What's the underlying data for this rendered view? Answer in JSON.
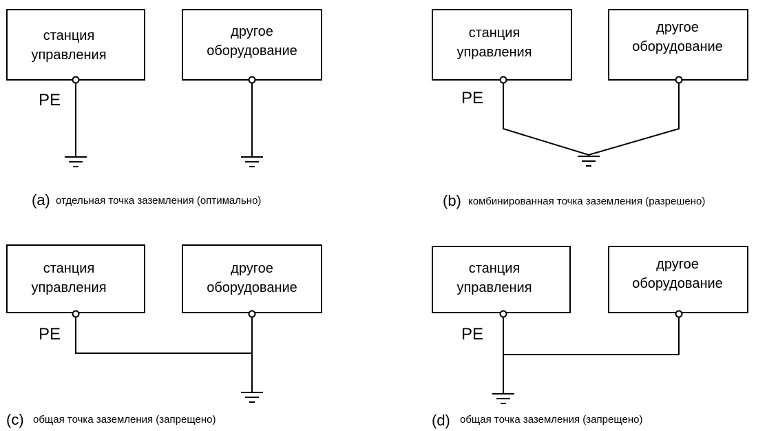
{
  "diagrams": [
    {
      "id": "a",
      "station_label": [
        "станция",
        "управления"
      ],
      "other_label": [
        "другое",
        "оборудование"
      ],
      "pe_label": "PE",
      "caption_letter": "(a)",
      "caption_text": "отдельная точка заземления (оптимально)"
    },
    {
      "id": "b",
      "station_label": [
        "станция",
        "управления"
      ],
      "other_label": [
        "другое",
        "оборудование"
      ],
      "pe_label": "PE",
      "caption_letter": "(b)",
      "caption_text": "комбинированная точка заземления (разрешено)"
    },
    {
      "id": "c",
      "station_label": [
        "станция",
        "управления"
      ],
      "other_label": [
        "другое",
        "оборудование"
      ],
      "pe_label": "PE",
      "caption_letter": "(c)",
      "caption_text": "общая точка заземления (запрещено)"
    },
    {
      "id": "d",
      "station_label": [
        "станция",
        "управления"
      ],
      "other_label": [
        "другое",
        "оборудование"
      ],
      "pe_label": "PE",
      "caption_letter": "(d)",
      "caption_text": "общая точка заземления (запрещено)"
    }
  ]
}
